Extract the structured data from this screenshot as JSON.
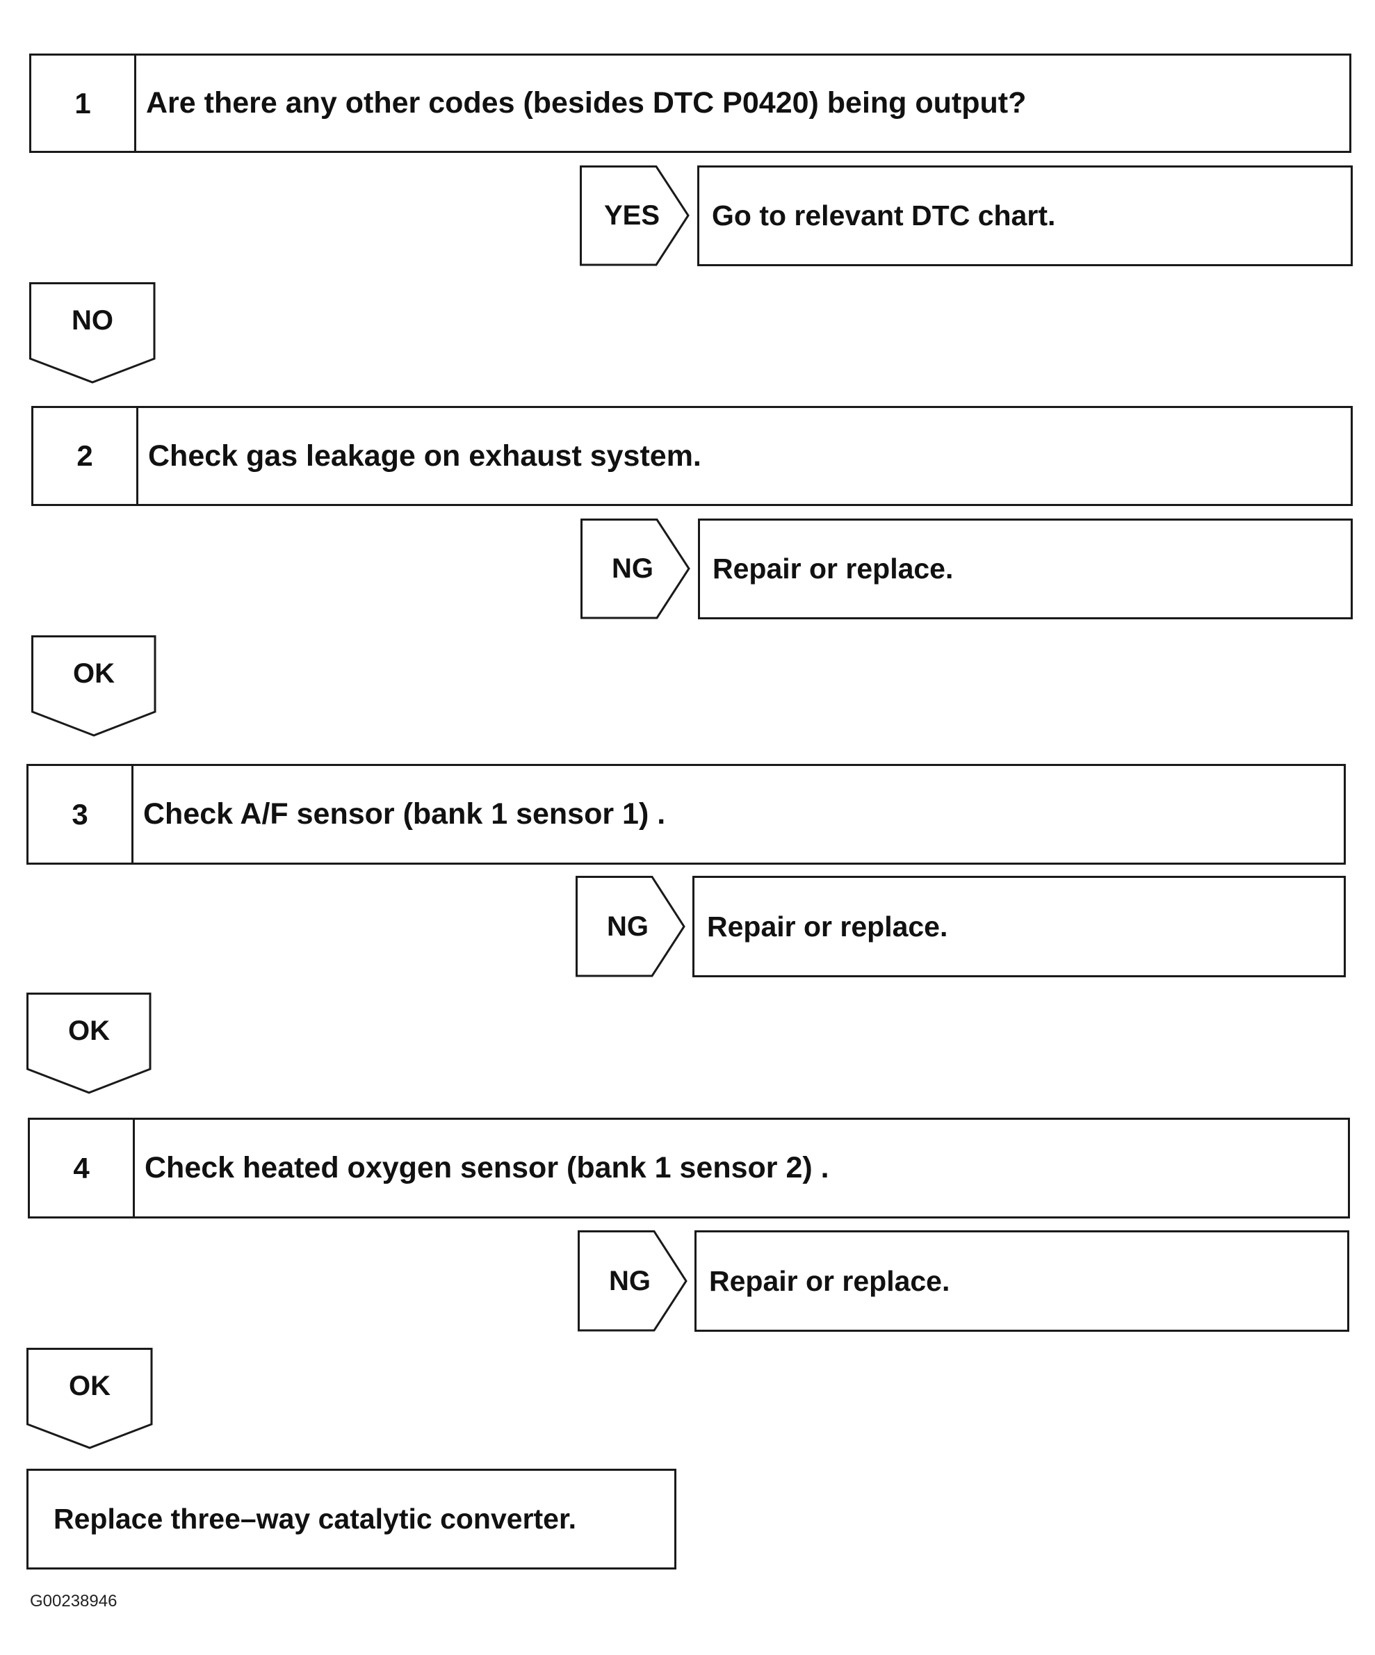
{
  "steps": [
    {
      "number": "1",
      "text": "Are there any other codes (besides DTC P0420) being output?"
    },
    {
      "number": "2",
      "text": "Check gas leakage on exhaust system."
    },
    {
      "number": "3",
      "text": "Check A/F sensor (bank 1 sensor 1) ."
    },
    {
      "number": "4",
      "text": "Check heated oxygen sensor (bank 1 sensor 2) ."
    }
  ],
  "branches": [
    {
      "label": "YES",
      "result": "Go to relevant DTC chart."
    },
    {
      "label": "NG",
      "result": "Repair or replace."
    },
    {
      "label": "NG",
      "result": "Repair or replace."
    },
    {
      "label": "NG",
      "result": "Repair or replace."
    }
  ],
  "continues": [
    "NO",
    "OK",
    "OK",
    "OK"
  ],
  "final": "Replace three–way catalytic converter.",
  "figure_code": "G00238946"
}
